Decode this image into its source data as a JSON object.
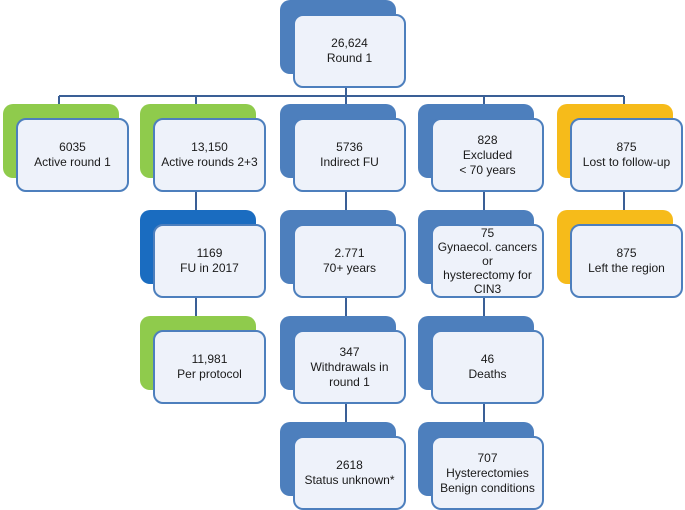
{
  "colors": {
    "blue": "#4d7fbd",
    "dark_blue": "#1a6cc0",
    "green": "#8fcb4c",
    "orange": "#f6bb1a",
    "line": "#3a5f96"
  },
  "nodes": {
    "root": {
      "color": "blue",
      "lines": [
        "26,624",
        "Round 1"
      ]
    },
    "active1": {
      "color": "green",
      "lines": [
        "6035",
        "Active round 1"
      ]
    },
    "active23": {
      "color": "green",
      "lines": [
        "13,150",
        "Active rounds 2+3"
      ]
    },
    "indirect": {
      "color": "blue",
      "lines": [
        "5736",
        "Indirect FU"
      ]
    },
    "excluded": {
      "color": "blue",
      "lines": [
        "828",
        "Excluded",
        "< 70 years"
      ]
    },
    "lost": {
      "color": "orange",
      "lines": [
        "875",
        "Lost to follow-up"
      ]
    },
    "fu2017": {
      "color": "dark_blue",
      "lines": [
        "1169",
        "FU in 2017"
      ]
    },
    "age70": {
      "color": "blue",
      "lines": [
        "2.771",
        "70+ years"
      ]
    },
    "gyn": {
      "color": "blue",
      "lines": [
        "75",
        "Gynaecol. cancers or",
        "hysterectomy for",
        "CIN3"
      ]
    },
    "leftregion": {
      "color": "orange",
      "lines": [
        "875",
        "Left the region"
      ]
    },
    "perprotocol": {
      "color": "green",
      "lines": [
        "11,981",
        "Per protocol"
      ]
    },
    "withdrawals": {
      "color": "blue",
      "lines": [
        "347",
        "Withdrawals in",
        "round 1"
      ]
    },
    "deaths": {
      "color": "blue",
      "lines": [
        "46",
        "Deaths"
      ]
    },
    "unknown": {
      "color": "blue",
      "lines": [
        "2618",
        "Status unknown*"
      ]
    },
    "hyster": {
      "color": "blue",
      "lines": [
        "707",
        "Hysterectomies",
        "Benign conditions"
      ]
    }
  }
}
